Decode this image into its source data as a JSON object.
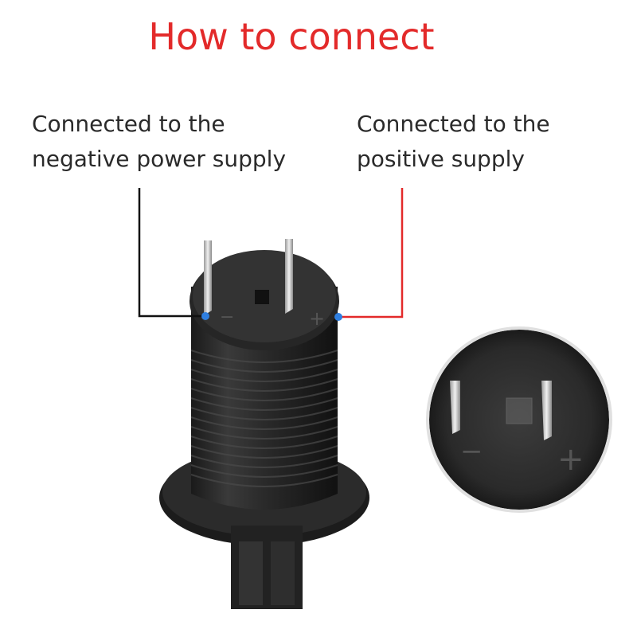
{
  "title": {
    "text": "How to connect",
    "color": "#e32a2a"
  },
  "labels": {
    "negative": {
      "line1": "Connected to the",
      "line2": "negative power supply",
      "wire_color": "#111111"
    },
    "positive": {
      "line1": "Connected to the",
      "line2": "positive supply",
      "wire_color": "#e32a2a"
    }
  },
  "terminal_dot_color": "#2f7fe0",
  "terminal_marks": {
    "negative": "−",
    "positive": "+"
  }
}
